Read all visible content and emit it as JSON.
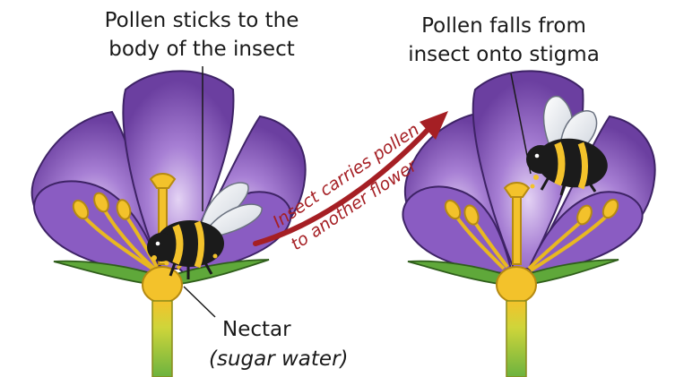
{
  "labels": {
    "left_top_line1": "Pollen sticks to the",
    "left_top_line2": "body of the insect",
    "right_top_line1": "Pollen falls from",
    "right_top_line2": "insect onto stigma",
    "arrow_line1": "Insect carries pollen",
    "arrow_line2": "to another flower",
    "nectar_line1": "Nectar",
    "nectar_line2": "(sugar water)"
  },
  "colors": {
    "petal_dark": "#6b3fa0",
    "petal_mid": "#8a5cc2",
    "petal_light": "#c6a9e6",
    "stamen_yellow": "#f3c22b",
    "stamen_outline": "#b58a12",
    "sepal_green": "#5fa83a",
    "stem_green": "#6cb33f",
    "arrow_red": "#a51f24",
    "bee_black": "#1b1b1b",
    "bee_yellow": "#f3c22b"
  }
}
